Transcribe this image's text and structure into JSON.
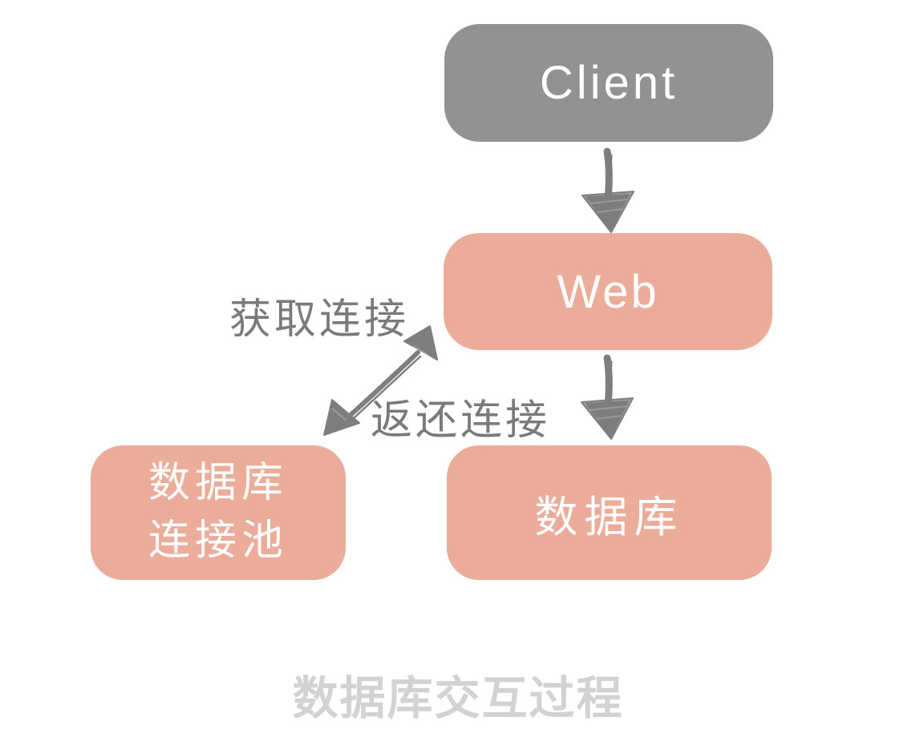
{
  "diagram": {
    "title": "数据库交互过程",
    "nodes": {
      "client": {
        "label": "Client"
      },
      "web": {
        "label": "Web"
      },
      "pool": {
        "label_line1": "数据库",
        "label_line2": "连接池"
      },
      "database": {
        "label": "数据库"
      }
    },
    "edges": {
      "client_to_web": {
        "type": "arrow-down"
      },
      "web_to_database": {
        "type": "arrow-down"
      },
      "web_to_pool": {
        "type": "double-arrow-diagonal",
        "get_label": "获取连接",
        "return_label": "返还连接"
      }
    },
    "colors": {
      "client_fill": "#929292",
      "accent_fill": "#EBAC9A",
      "node_text": "#FFFFFF",
      "arrow_gray": "#7E7E7E",
      "edge_label_gray": "#7A7A7A",
      "title_gray": "#D2D2D2",
      "background": "#FFFFFF"
    }
  }
}
